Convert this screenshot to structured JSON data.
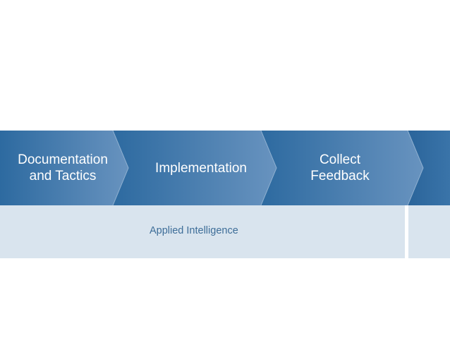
{
  "steps": [
    {
      "label_line1": "Documentation",
      "label_line2": "and Tactics"
    },
    {
      "label_line1": "Implementation",
      "label_line2": ""
    },
    {
      "label_line1": "Collect",
      "label_line2": "Feedback"
    }
  ],
  "applied_row": {
    "label": "Applied Intelligence"
  },
  "colors": {
    "chevron_dark": "#2e6aa1",
    "chevron_light": "#5f8fbd",
    "applied_background": "#d9e4ee",
    "applied_text": "#3d6d98"
  }
}
